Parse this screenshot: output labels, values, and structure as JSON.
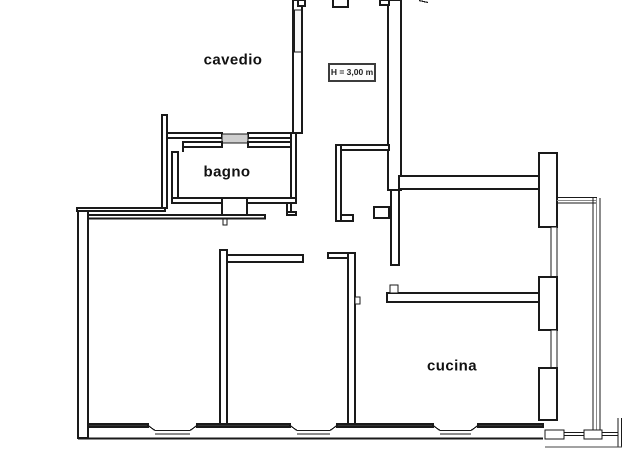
{
  "document": {
    "type": "architectural floor plan",
    "background_color": "#ffffff",
    "line_color": "#1a1a1a",
    "sill_fill_color": "#cfcfcf",
    "glazing_line_color": "#8a8a8a"
  },
  "rooms": [
    "cavedio",
    "bagno",
    "cucina"
  ],
  "labels": {
    "cavedio": "cavedio",
    "bagno": "bagno",
    "cucina": "cucina"
  },
  "height_badge": {
    "text": "H = 3,00 m"
  }
}
